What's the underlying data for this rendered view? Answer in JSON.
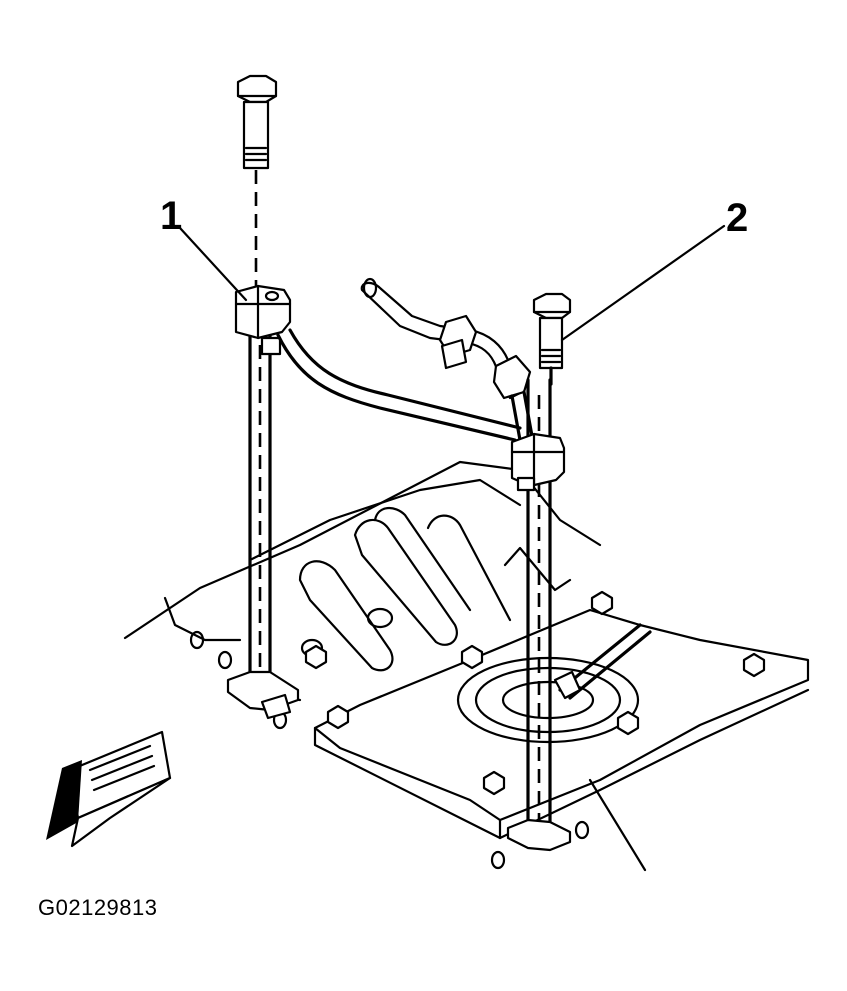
{
  "callouts": {
    "item_1": "1",
    "item_2": "2"
  },
  "figure_id": "G02129813",
  "colors": {
    "ink": "#000000",
    "paper": "#ffffff"
  }
}
